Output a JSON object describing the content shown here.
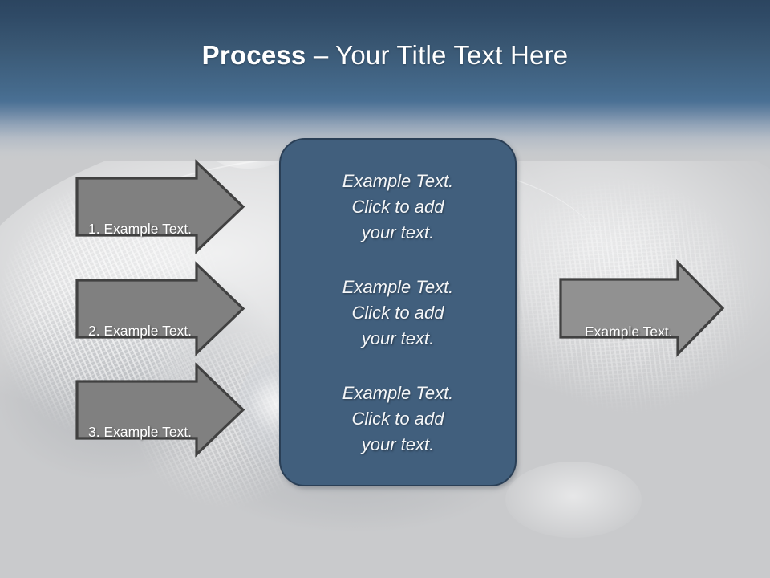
{
  "slide": {
    "title": {
      "strong": "Process",
      "rest": " – Your Title Text Here"
    },
    "colors": {
      "header_top": "#2c4560",
      "header_bottom": "#4a7094",
      "background": "#c9cacc",
      "panel_fill": "#415f7d",
      "panel_border": "#2a3f56",
      "arrow_fill": "#808080",
      "arrow_border": "#414141",
      "text_light": "#ffffff"
    },
    "input_arrows": [
      {
        "label": "1. Example Text."
      },
      {
        "label": "2. Example Text."
      },
      {
        "label": "3. Example Text."
      }
    ],
    "output_arrow": {
      "label": "Example Text."
    },
    "center_panel": {
      "blocks": [
        {
          "line1": "Example Text.",
          "line2": "Click  to add",
          "line3": "your text."
        },
        {
          "line1": "Example Text.",
          "line2": "Click  to add",
          "line3": "your text."
        },
        {
          "line1": "Example Text.",
          "line2": "Click  to add",
          "line3": "your text."
        }
      ]
    }
  }
}
